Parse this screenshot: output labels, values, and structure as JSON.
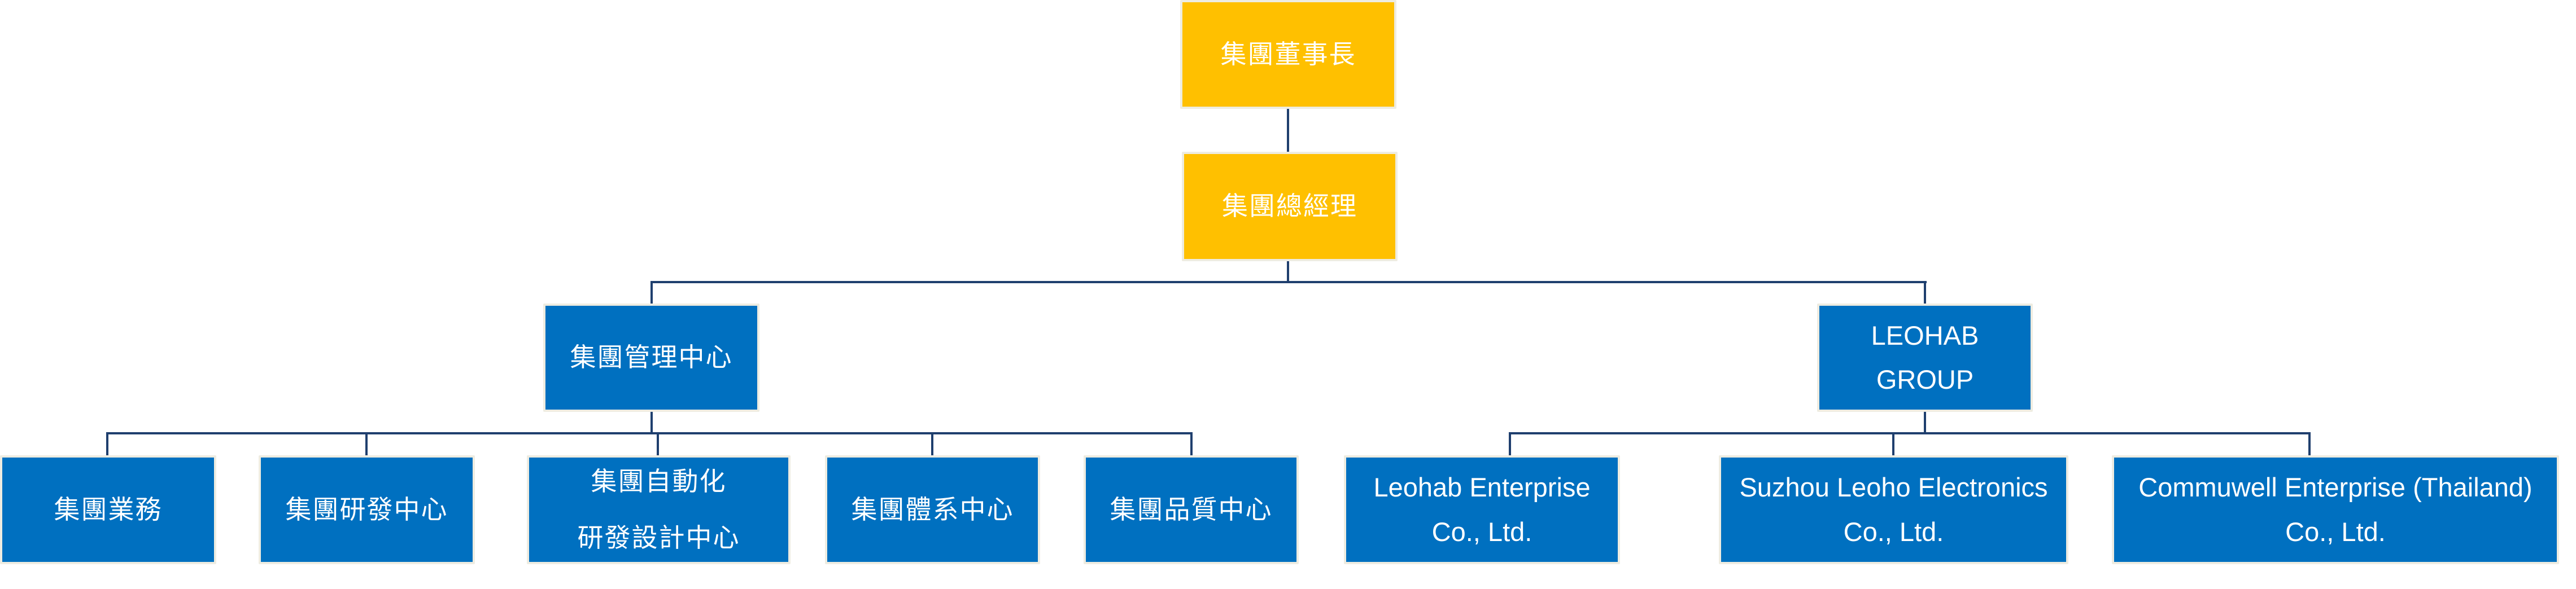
{
  "diagram": {
    "type": "org-chart",
    "colors": {
      "executive_fill": "#FFC000",
      "unit_fill": "#0070C0",
      "node_border": "#EEECE1",
      "connector": "#1F3F6E",
      "text": "#FFFFFF"
    },
    "chairman": {
      "lines": [
        "集團董事長"
      ]
    },
    "general_manager": {
      "lines": [
        "集團總經理"
      ]
    },
    "management_center": {
      "lines": [
        "集團管理中心"
      ],
      "children": [
        {
          "lines": [
            "集團業務"
          ]
        },
        {
          "lines": [
            "集團研發中心"
          ]
        },
        {
          "lines": [
            "集團自動化",
            "研發設計中心"
          ]
        },
        {
          "lines": [
            "集團體系中心"
          ]
        },
        {
          "lines": [
            "集團品質中心"
          ]
        }
      ]
    },
    "leohab_group": {
      "lines": [
        "LEOHAB",
        "GROUP"
      ],
      "children": [
        {
          "lines": [
            "Leohab Enterprise",
            "Co., Ltd."
          ]
        },
        {
          "lines": [
            "Suzhou Leoho Electronics",
            "Co., Ltd."
          ]
        },
        {
          "lines": [
            "Commuwell Enterprise (Thailand)",
            "Co., Ltd."
          ]
        }
      ]
    }
  }
}
